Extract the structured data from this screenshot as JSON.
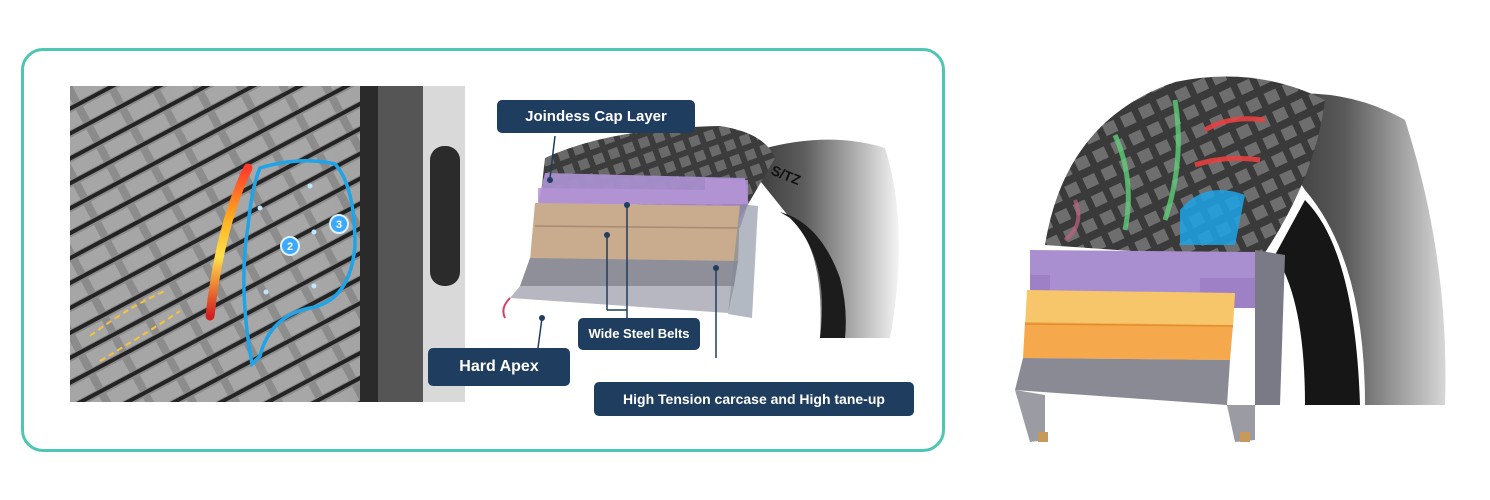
{
  "callouts": {
    "cap_layer": "Joindess Cap Layer",
    "steel_belts": "Wide Steel Belts",
    "hard_apex": "Hard Apex",
    "high_tension": "High Tension carcase and High tane-up"
  },
  "tread_markers": [
    "2",
    "3"
  ],
  "sidewall_text": "S/TZ",
  "colors": {
    "frame_border": "#4ec6b4",
    "callout_bg": "#1f3d5f",
    "cap_layer": "#a98fd0",
    "belts": "#c9ab8d",
    "highlight_outline": "#1ea4e8",
    "belts_orange": "#f6b24c"
  }
}
